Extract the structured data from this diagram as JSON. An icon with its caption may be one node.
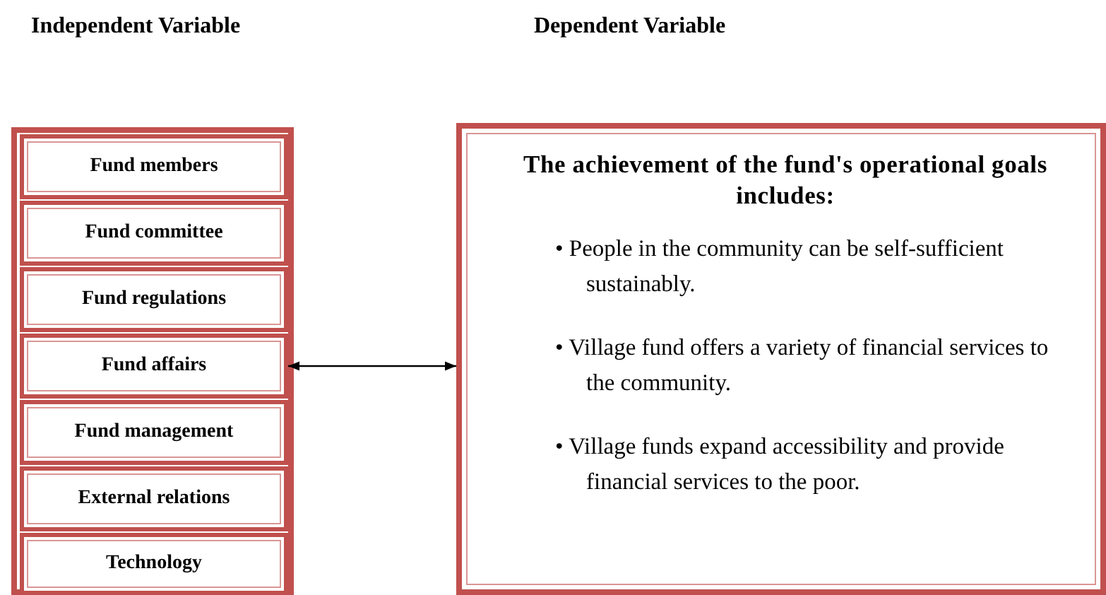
{
  "diagram": {
    "nodes": [
      {
        "text": [],
        "shape": "box"
      },
      {
        "text": [
          "Fund members"
        ],
        "in": 0
      },
      {
        "text": [
          "Fund committee"
        ],
        "in": 0
      },
      {
        "text": [
          "Fund regulations"
        ],
        "in": 0
      },
      {
        "text": [
          "Fund affairs"
        ],
        "in": 0
      },
      {
        "text": [
          "Fund management"
        ],
        "in": 0
      },
      {
        "text": [
          "External relations"
        ],
        "in": 0
      },
      {
        "text": [
          "Technology"
        ],
        "in": 0
      },
      {
        "text": [
          "The achievement of the fund's operational goals includes:",
          "• People in the community can be self-sufficient sustainably.",
          "• Village fund offers a variety of financial services to the community.",
          "• Village funds expand accessibility and provide financial services to the poor."
        ]
      }
    ],
    "edges": [
      {
        "from": 4,
        "to": 8,
        "arrow": "both"
      }
    ],
    "labels": [
      "Independent Variable",
      "Dependent Variable"
    ]
  }
}
